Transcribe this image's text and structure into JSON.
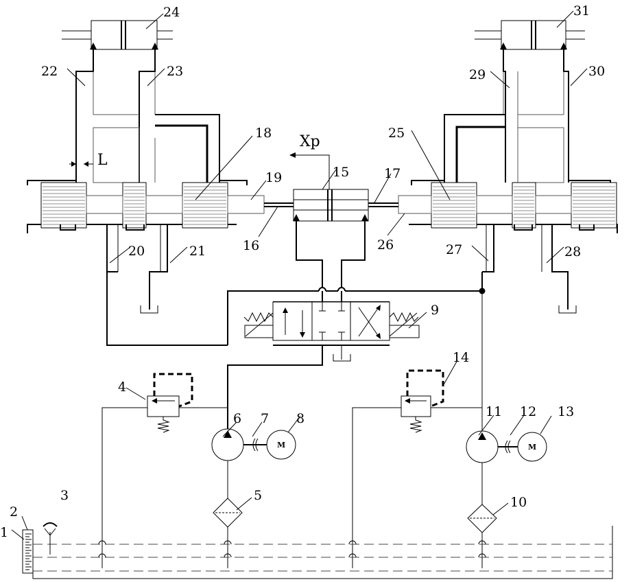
{
  "figure": {
    "labels": {
      "n1": "1",
      "n2": "2",
      "n3": "3",
      "n4": "4",
      "n5": "5",
      "n6": "6",
      "n7": "7",
      "n8": "8",
      "n9": "9",
      "n10": "10",
      "n11": "11",
      "n12": "12",
      "n13": "13",
      "n14": "14",
      "n15": "15",
      "n16": "16",
      "n17": "17",
      "n18": "18",
      "n19": "19",
      "n20": "20",
      "n21": "21",
      "n22": "22",
      "n23": "23",
      "n24": "24",
      "n25": "25",
      "n26": "26",
      "n27": "27",
      "n28": "28",
      "n29": "29",
      "n30": "30",
      "n31": "31"
    },
    "displacement_label": "Xp",
    "gap_label": "L",
    "motor_label": "M"
  }
}
